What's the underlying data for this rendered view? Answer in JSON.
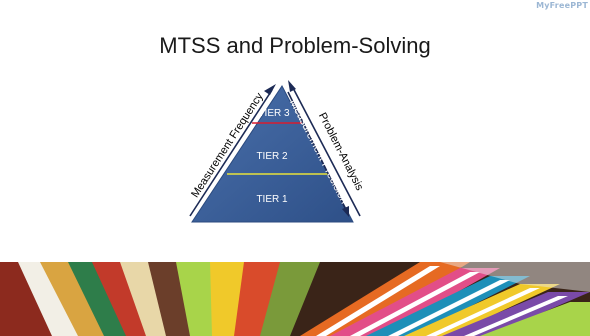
{
  "watermark": "MyFreePPT",
  "slide": {
    "title": "MTSS and Problem-Solving"
  },
  "pyramid": {
    "tiers": [
      {
        "label": "TIER 3"
      },
      {
        "label": "TIER 2"
      },
      {
        "label": "TIER 1"
      }
    ],
    "left_arrow_label": "Measurement Frequency",
    "right_arrow_label_inner": "Measurement Precision",
    "right_arrow_label_outer": "Problem-Analysis",
    "colors": {
      "pyramid_fill": "#3b5f99",
      "pyramid_dark": "#2b4a7f",
      "tier3_divider": "#d81c2e",
      "tier2_divider": "#e8e23a",
      "arrow": "#1c2a55"
    }
  },
  "banner": {
    "description_colors": [
      "#1e8fb8",
      "#f0c92a",
      "#e24e88",
      "#a8d44a",
      "#7a4aa8",
      "#e66a22",
      "#2b7fd0",
      "#ffffff"
    ]
  }
}
